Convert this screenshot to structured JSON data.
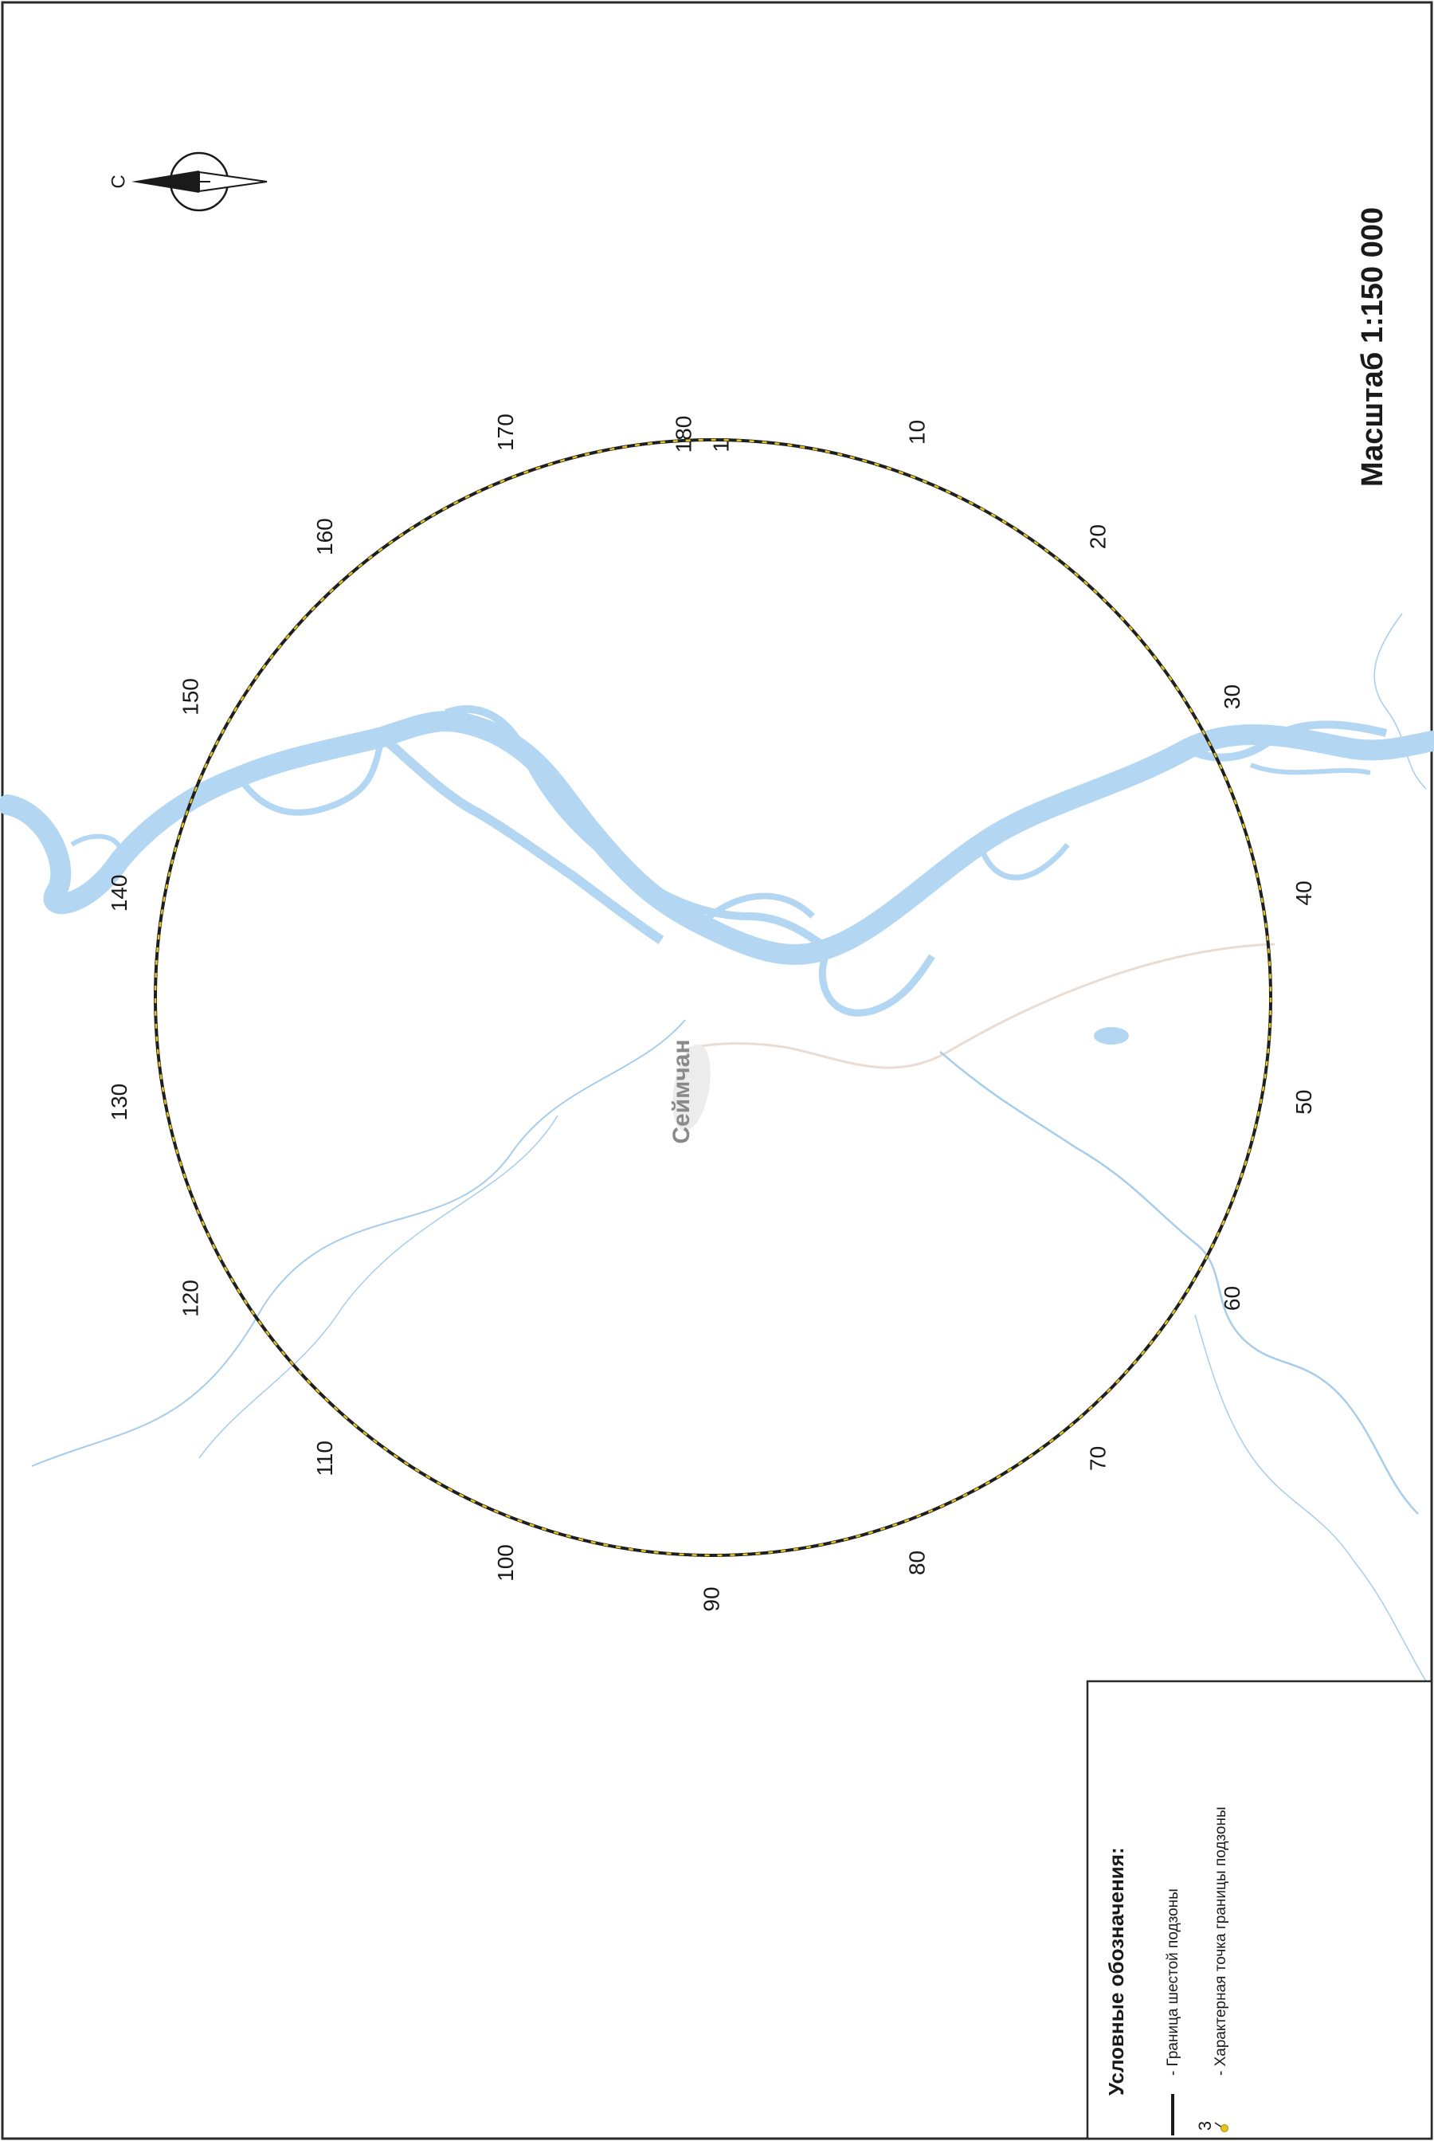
{
  "settlement": {
    "name": "Сеймчан"
  },
  "north_arrow": {
    "label": "С",
    "icon": "north-arrow-icon"
  },
  "scale": {
    "text": "Масштаб 1:150 000"
  },
  "legend": {
    "title": "Условные обозначения:",
    "items": [
      {
        "icon": "boundary-line-icon",
        "sample_label": "",
        "text": "- Граница шестой подзоны"
      },
      {
        "icon": "boundary-point-icon",
        "sample_label": "3",
        "text": "- Характерная точка границы подзоны"
      }
    ]
  },
  "boundary": {
    "point_labels": [
      "1",
      "10",
      "20",
      "30",
      "40",
      "50",
      "60",
      "70",
      "80",
      "90",
      "100",
      "110",
      "120",
      "130",
      "140",
      "150",
      "160",
      "170",
      "180"
    ]
  },
  "colors": {
    "water": "#b3d7f2",
    "river_edge": "#8fc2ea",
    "stream": "#a7cdeb",
    "road": "#e9dcd2",
    "boundary_line": "#1f1f1f",
    "boundary_dash": "#e3c51e",
    "text": "#1a1a1a",
    "settlement_text": "#8a8a8a"
  }
}
